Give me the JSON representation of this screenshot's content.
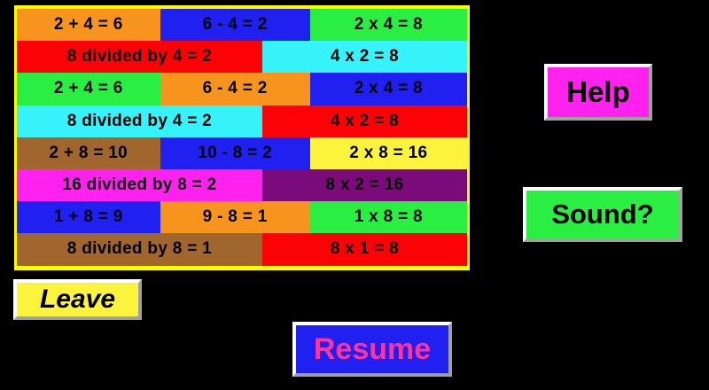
{
  "app": {
    "background_color": "#000000",
    "table_frame_color": "#fefb00"
  },
  "table": {
    "name": "equation-fact-family-table",
    "rows": [
      {
        "layout": "three-column",
        "cells": [
          {
            "text": "2 + 4 = 6",
            "bg": "#f7941e"
          },
          {
            "text": "6 - 4 = 2",
            "bg": "#2020f0"
          },
          {
            "text": "2 x 4 = 8",
            "bg": "#2bee43"
          }
        ]
      },
      {
        "layout": "two-column",
        "cells": [
          {
            "text": "8 divided by 4 = 2",
            "bg": "#fb0206"
          },
          {
            "text": "4 x 2 = 8",
            "bg": "#35f3f8"
          }
        ]
      },
      {
        "layout": "three-column",
        "cells": [
          {
            "text": "2 + 4 = 6",
            "bg": "#2bee43"
          },
          {
            "text": "6 - 4 = 2",
            "bg": "#f7941e"
          },
          {
            "text": "2 x 4 = 8",
            "bg": "#2020f0"
          }
        ]
      },
      {
        "layout": "two-column",
        "cells": [
          {
            "text": "8 divided by 4 = 2",
            "bg": "#35f3f8"
          },
          {
            "text": "4 x 2 = 8",
            "bg": "#fb0206"
          }
        ]
      },
      {
        "layout": "three-column",
        "cells": [
          {
            "text": "2 + 8 = 10",
            "bg": "#a0662e"
          },
          {
            "text": "10 - 8 = 2",
            "bg": "#2020f0"
          },
          {
            "text": "2 x 8 = 16",
            "bg": "#fcf43c"
          }
        ]
      },
      {
        "layout": "two-column",
        "cells": [
          {
            "text": "16 divided by 8 = 2",
            "bg": "#ff22ee"
          },
          {
            "text": "8 x 2 = 16",
            "bg": "#7b0a7b"
          }
        ]
      },
      {
        "layout": "three-column",
        "cells": [
          {
            "text": "1 + 8 = 9",
            "bg": "#2020f0"
          },
          {
            "text": "9 - 8 = 1",
            "bg": "#f7941e"
          },
          {
            "text": "1 x 8 = 8",
            "bg": "#2bee43"
          }
        ]
      },
      {
        "layout": "two-column",
        "cells": [
          {
            "text": "8 divided by 8 = 1",
            "bg": "#a0662e"
          },
          {
            "text": "8 x 1 = 8",
            "bg": "#fb0206"
          }
        ]
      }
    ]
  },
  "buttons": {
    "help": {
      "label": "Help",
      "bg": "#ff22ee",
      "text_color": "#000000"
    },
    "sound": {
      "label": "Sound?",
      "bg": "#2bee43",
      "text_color": "#000000"
    },
    "leave": {
      "label": "Leave",
      "bg": "#fcf43c",
      "text_color": "#000000"
    },
    "resume": {
      "label": "Resume",
      "bg": "#2020f0",
      "text_color": "#ff3399"
    }
  }
}
